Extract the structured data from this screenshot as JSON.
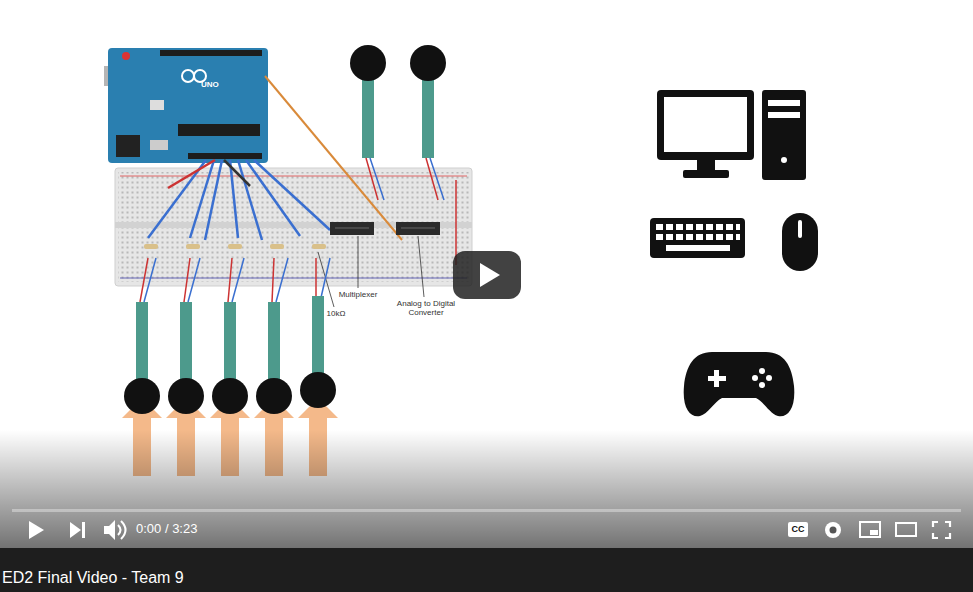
{
  "diagram": {
    "title": "ED2 Final Video - Team 9",
    "labels": [
      "UNO",
      "Multiplexer",
      "Analog to Digital Converter",
      "10kΩ",
      "0:00 / 3:23",
      "CC"
    ]
  }
}
